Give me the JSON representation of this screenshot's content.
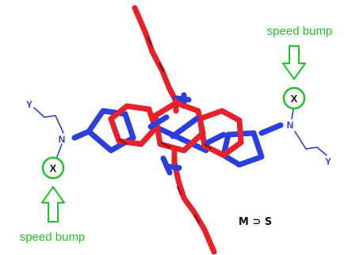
{
  "labels": {
    "speed_bump_top": "speed bump",
    "speed_bump_bottom": "speed bump",
    "x_top": "X",
    "x_bottom": "X",
    "n_left": "N",
    "n_right": "N",
    "y_left": "Y",
    "y_right": "Y",
    "complex": "M ⊃ S"
  },
  "colors": {
    "macrocycle": "#e8202a",
    "dark_macrocycle": "#7a1015",
    "guest_axle": "#2b3fe0",
    "speed_bump": "#22c22a"
  }
}
